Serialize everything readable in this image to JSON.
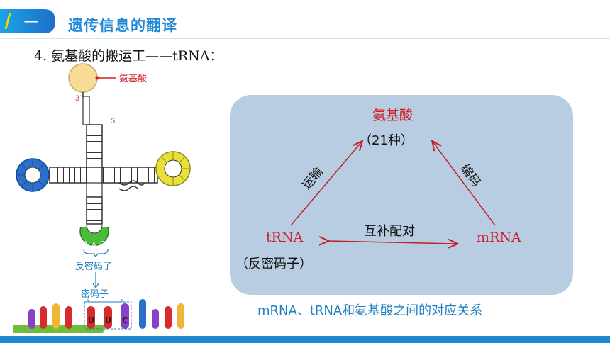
{
  "header": {
    "badge_text": "一",
    "title": "遗传信息的翻译"
  },
  "subtitle": "4. 氨基酸的搬运工——tRNA：",
  "trna_figure": {
    "amino_acid_label": "氨基酸",
    "end_3": "3′",
    "end_5": "5′",
    "anticodon_letters": [
      "A",
      "A",
      "G"
    ],
    "anticodon_label": "反密码子",
    "codon_label": "密码子",
    "mrna_bases": [
      "U",
      "U",
      "C"
    ]
  },
  "diagram": {
    "top_label": "氨基酸",
    "top_sub": "（21种）",
    "left_label": "tRNA",
    "left_sub": "（反密码子）",
    "right_label": "mRNA",
    "left_arrow_label": "运输",
    "right_arrow_label": "编码",
    "bottom_arrow_label": "互补配对"
  },
  "caption": "mRNA、tRNA和氨基酸之间的对应关系",
  "colors": {
    "accent": "#1e88d6",
    "red": "#d0202a",
    "panel": "#b9cde2"
  }
}
